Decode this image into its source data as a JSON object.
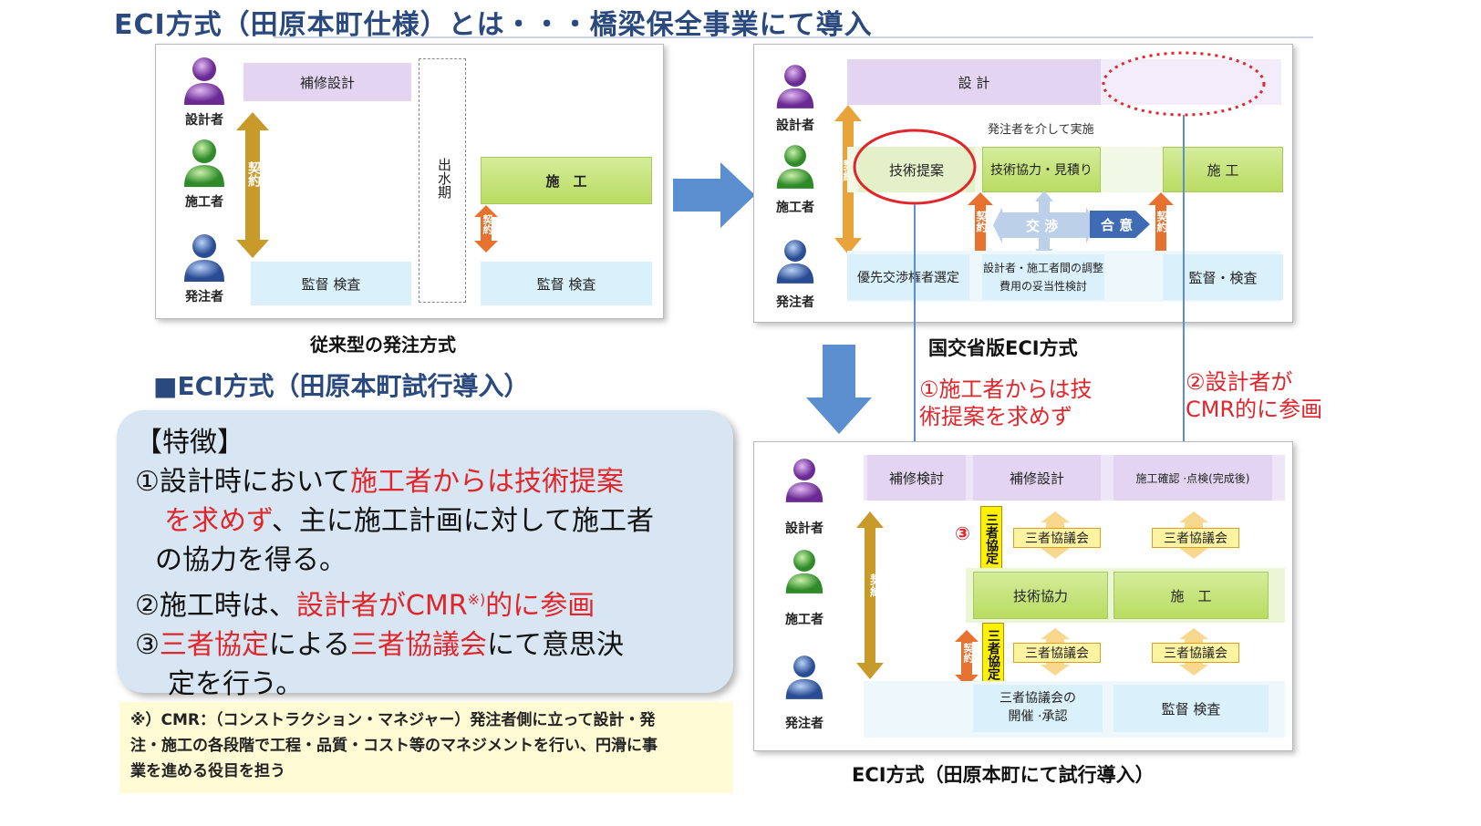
{
  "title": "ECI方式（田原本町仕様）とは・・・橋梁保全事業にて導入",
  "roles": {
    "designer": "設計者",
    "contractor": "施工者",
    "owner": "発注者"
  },
  "contract_label": "契約",
  "left_diagram": {
    "repair_design": "補修設計",
    "fiscal_period": "出水期",
    "construction": "施　工",
    "supervision_1": "監督 検査",
    "supervision_2": "監督 検査",
    "caption": "従来型の発注方式"
  },
  "right_diagram": {
    "design": "設 計",
    "via_owner": "発注者を介して実施",
    "tech_proposal": "技術提案",
    "tech_cooperation": "技術協力・見積り",
    "construction": "施 工",
    "negotiation": "交 渉",
    "agreement": "合 意",
    "priority_selection": "優先交渉権者選定",
    "coordination_line1": "設計者・施工者間の調整",
    "coordination_line2": "費用の妥当性検討",
    "supervision": "監督・検査",
    "caption": "国交省版ECI方式"
  },
  "annotations": {
    "note1_line1": "①施工者からは技",
    "note1_line2": "術提案を求めず",
    "note2_line1": "②設計者が",
    "note2_line2": "CMR的に参画"
  },
  "bottom_diagram": {
    "repair_review": "補修検討",
    "repair_design": "補修設計",
    "completion_check": "施工確認 ·点検(完成後)",
    "circle_three": "③",
    "tripartite_agreement": "三者協定",
    "tripartite_council": "三者協議会",
    "tech_cooperation": "技術協力",
    "construction": "施　工",
    "council_hold_line1": "三者協議会の",
    "council_hold_line2": "開催 ·承認",
    "supervision": "監督 検査",
    "caption": "ECI方式（田原本町にて試行導入）"
  },
  "section_heading": "■ECI方式（田原本町試行導入）",
  "features": {
    "heading": "【特徴】",
    "p1_a": "①設計時において",
    "p1_red": "施工者からは技術提案",
    "p1_red2": "を求めず",
    "p1_b": "、主に施工計画に対して施工者",
    "p1_c": "の協力を得る。",
    "p2_a": "②施工時は、",
    "p2_red": "設計者がCMR",
    "p2_sup": "※)",
    "p2_red2": "的に参画",
    "p3_a": "③",
    "p3_red": "三者協定",
    "p3_b": "による",
    "p3_red2": "三者協議会",
    "p3_c": "にて意思決",
    "p3_d": "定を行う。"
  },
  "footnote": {
    "line1": "※）CMR：（コンストラクション・マネジャー）発注者側に立って設計・発",
    "line2": "注・施工の各段階で工程・品質・コスト等のマネジメントを行い、円滑に事",
    "line3": "業を進める役目を担う"
  },
  "colors": {
    "title": "#2a4a7f",
    "red": "#e0252b",
    "contract": "#c79a2a",
    "arrow_blue": "#5b8fcf",
    "purple": "#e3d5f1",
    "green": "#b9dc62",
    "lightblue": "#daf0fb"
  }
}
